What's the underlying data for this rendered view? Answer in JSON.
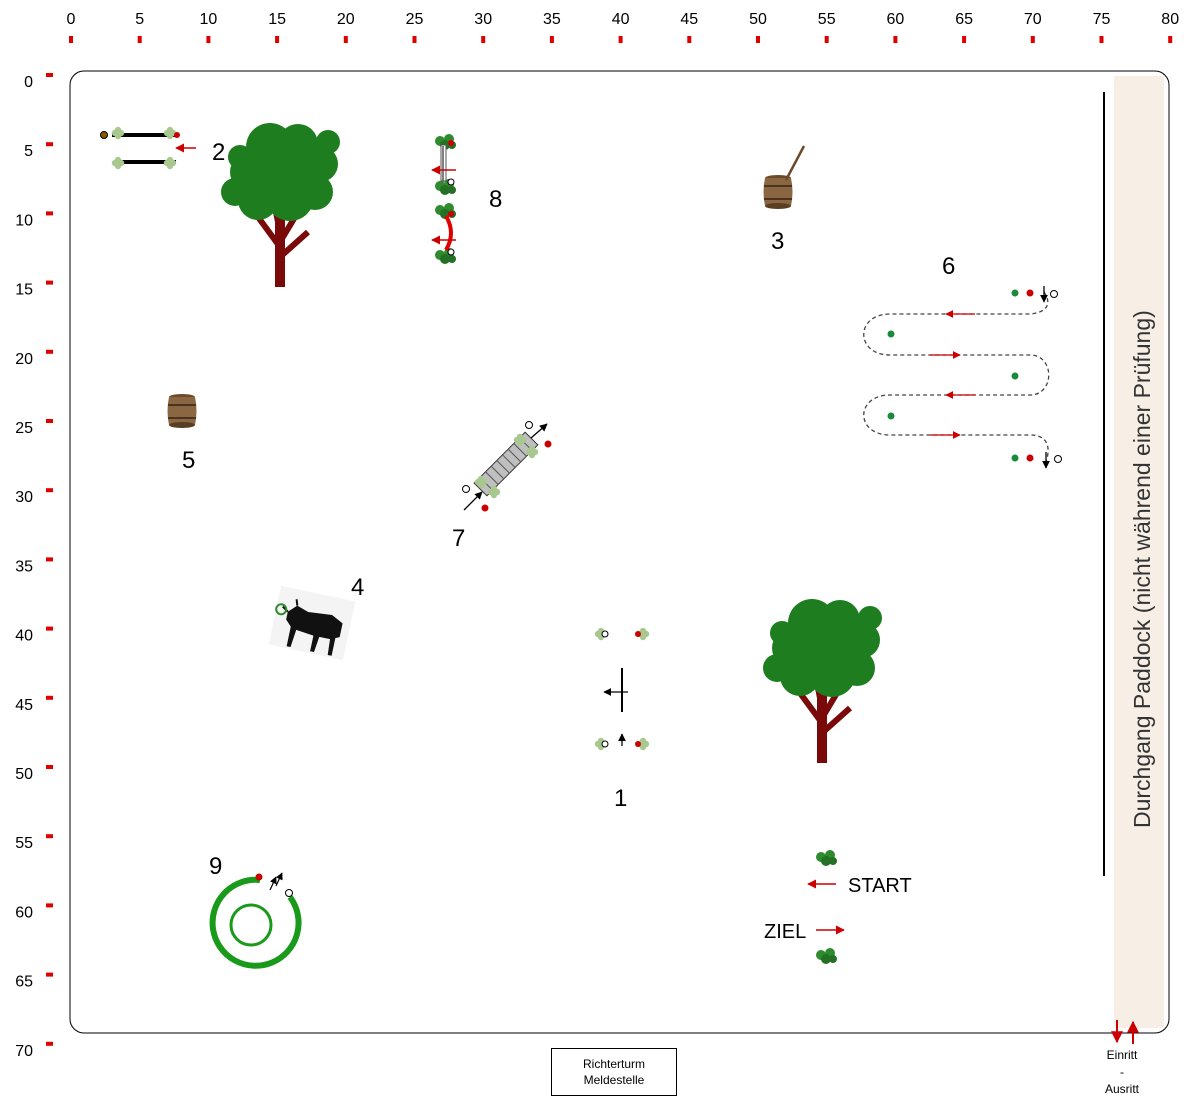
{
  "axes": {
    "x_ticks": [
      "0",
      "5",
      "10",
      "15",
      "20",
      "25",
      "30",
      "35",
      "40",
      "45",
      "50",
      "55",
      "60",
      "65",
      "70",
      "75",
      "80"
    ],
    "y_ticks": [
      "0",
      "5",
      "10",
      "15",
      "20",
      "25",
      "30",
      "35",
      "40",
      "45",
      "50",
      "55",
      "60",
      "65",
      "70"
    ],
    "tick_color": "#e00000"
  },
  "obstacles": [
    {
      "number": "1"
    },
    {
      "number": "2"
    },
    {
      "number": "3"
    },
    {
      "number": "4"
    },
    {
      "number": "5"
    },
    {
      "number": "6"
    },
    {
      "number": "7"
    },
    {
      "number": "8"
    },
    {
      "number": "9"
    }
  ],
  "start_label": "START",
  "finish_label": "ZIEL",
  "paddock_label": "Durchgang Paddock (nicht während einer Prüfung)",
  "judge_box": {
    "line1": "Richterturm",
    "line2": "Meldestelle"
  },
  "entrance": {
    "line1": "Einritt",
    "line2": "-",
    "line3": "Ausritt"
  },
  "colors": {
    "arrow": "#cc0000",
    "tree_green": "#1e7d1e",
    "trunk": "#7a0a0a",
    "flag_green": "#1b8a3c",
    "circle_green": "#1a9a1a",
    "paddock_fill": "#f7efe6"
  }
}
